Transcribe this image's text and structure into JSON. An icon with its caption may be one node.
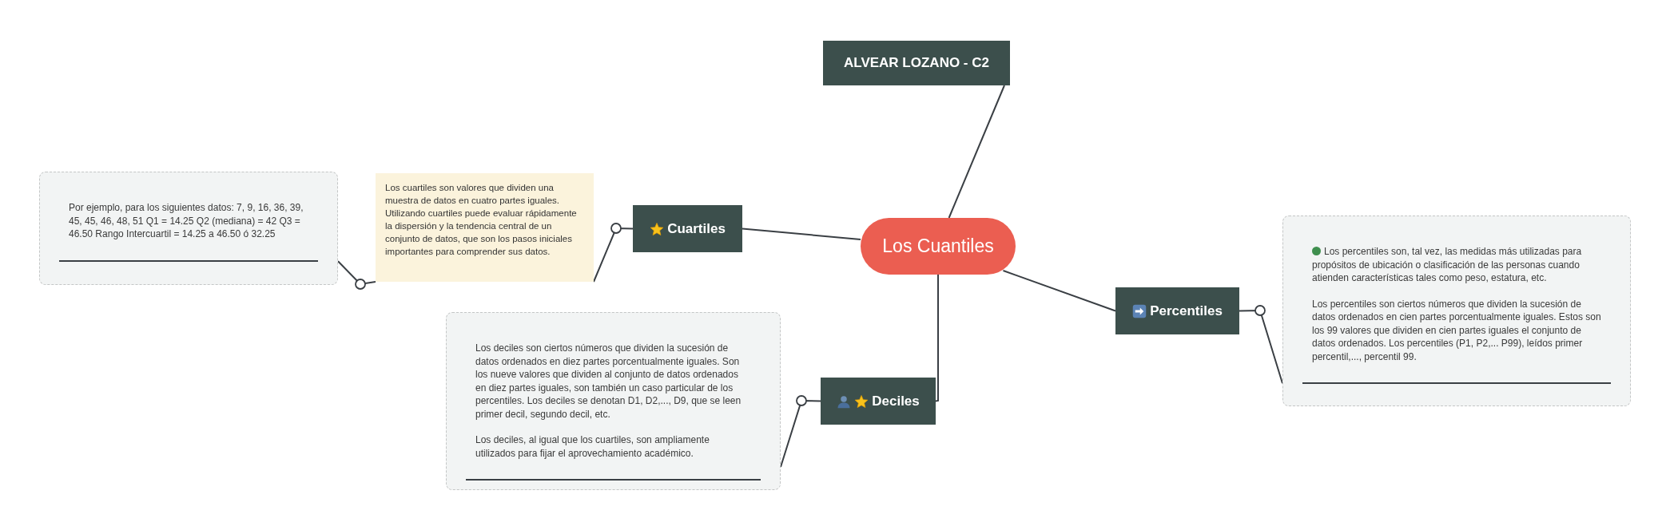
{
  "diagram": {
    "nodes": [
      {
        "text": [
          "Los Cuantiles"
        ]
      },
      {
        "text": [
          "ALVEAR LOZANO - C2"
        ]
      },
      {
        "text": [
          "Cuartiles"
        ]
      },
      {
        "text": [
          "Los cuartiles son valores que dividen una muestra de datos en cuatro partes iguales. Utilizando cuartiles puede evaluar rápidamente la dispersión y la tendencia central de un conjunto de datos, que son los pasos iniciales importantes para comprender sus datos."
        ]
      },
      {
        "text": [
          "Por ejemplo, para los siguientes datos: 7, 9, 16, 36, 39, 45, 45, 46, 48, 51 Q1 = 14.25 Q2 (mediana) = 42 Q3 = 46.50 Rango Intercuartil = 14.25 a 46.50 ó 32.25"
        ]
      },
      {
        "text": [
          "Deciles"
        ]
      },
      {
        "text": [
          "Los deciles son ciertos números que dividen la sucesión de datos ordenados en diez partes porcentualmente iguales. Son los nueve valores que dividen al conjunto de datos ordenados en diez partes iguales, son también un caso particular de los percentiles. Los deciles se denotan D1, D2,..., D9, que se leen primer decil, segundo decil, etc.",
          "Los deciles, al igual que los cuartiles, son ampliamente utilizados para fijar el aprovechamiento académico."
        ]
      },
      {
        "text": [
          "Percentiles"
        ]
      },
      {
        "text": [
          "Los percentiles son, tal vez, las medidas más utilizadas para propósitos de ubicación o clasificación de las personas cuando atienden características tales como peso, estatura, etc.",
          "Los percentiles son ciertos números que dividen la sucesión de datos ordenados en cien partes porcentualmente iguales. Estos son los 99 valores que dividen en cien partes iguales el conjunto de datos ordenados. Los percentiles (P1, P2,... P99), leídos primer percentil,..., percentil 99."
        ]
      }
    ],
    "edges": [
      {
        "from": 0,
        "to": 1,
        "arrow": "none"
      },
      {
        "from": 0,
        "to": 2,
        "arrow": "none"
      },
      {
        "from": 2,
        "to": 3,
        "arrow": "none"
      },
      {
        "from": 3,
        "to": 4,
        "arrow": "none"
      },
      {
        "from": 0,
        "to": 5,
        "arrow": "none"
      },
      {
        "from": 5,
        "to": 6,
        "arrow": "none"
      },
      {
        "from": 0,
        "to": 7,
        "arrow": "none"
      },
      {
        "from": 7,
        "to": 8,
        "arrow": "none"
      }
    ]
  }
}
